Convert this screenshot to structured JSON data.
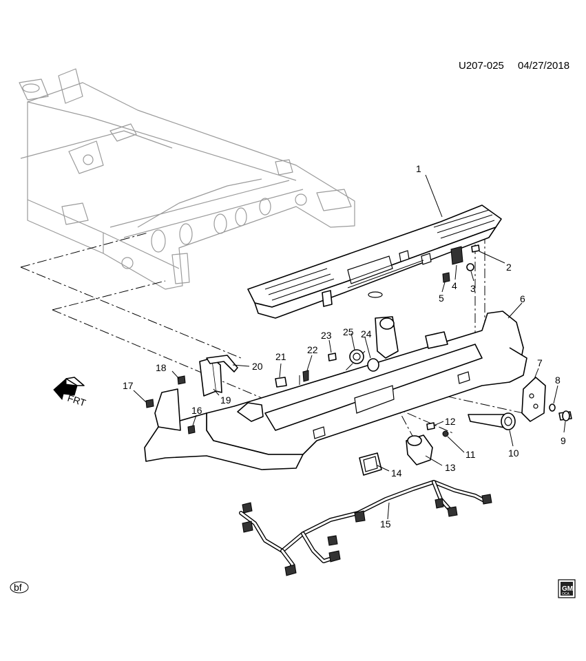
{
  "header": {
    "illustration_code": "U207-025",
    "date": "04/27/2018"
  },
  "callouts": [
    "1",
    "2",
    "3",
    "4",
    "5",
    "6",
    "7",
    "8",
    "9",
    "10",
    "11",
    "12",
    "13",
    "14",
    "15",
    "16",
    "17",
    "18",
    "19",
    "20",
    "21",
    "22",
    "23",
    "24",
    "25"
  ],
  "direction_arrow": {
    "label": "FRT"
  },
  "footer": {
    "artist_mark": "bf",
    "logo_text": "GM",
    "logo_subtext": "OCA"
  }
}
